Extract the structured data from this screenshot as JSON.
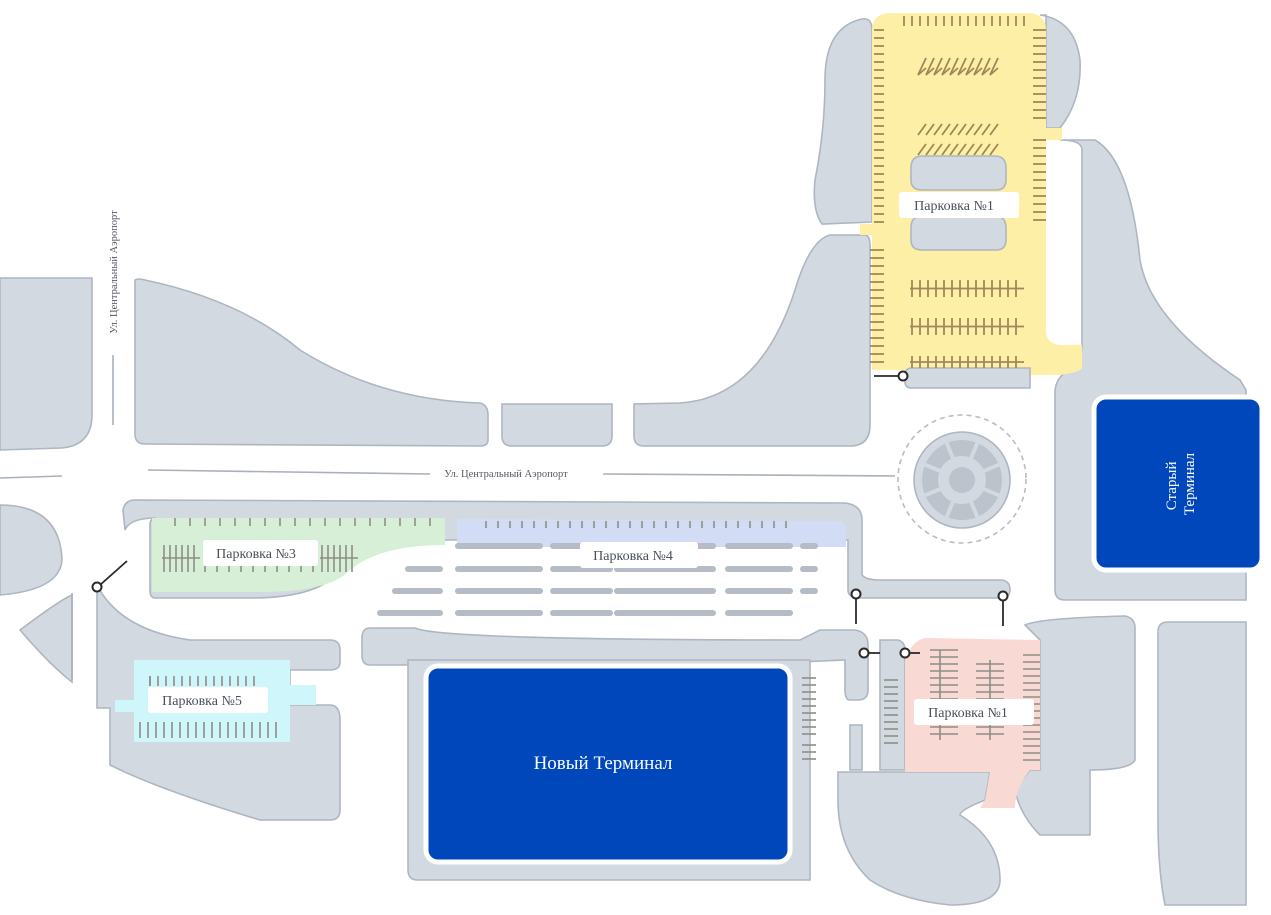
{
  "streets": {
    "vertical": "Ул. Центральный Аэропорт",
    "horizontal": "Ул. Центральный Аэропорт"
  },
  "parkings": [
    {
      "id": "p1-north",
      "label": "Парковка №1",
      "color": "#fdf0a6"
    },
    {
      "id": "p3",
      "label": "Парковка №3",
      "color": "#d6efd6"
    },
    {
      "id": "p4",
      "label": "Парковка №4",
      "color": "#d2ddf5"
    },
    {
      "id": "p5",
      "label": "Парковка №5",
      "color": "#cff6fa"
    },
    {
      "id": "p1-south",
      "label": "Парковка №1",
      "color": "#f8d9d3"
    }
  ],
  "terminals": {
    "new": "Новый Терминал",
    "old_line1": "Старый",
    "old_line2": "Терминал",
    "color": "#0047bb"
  },
  "colors": {
    "building": "#d3d9e0",
    "building_stroke": "#aeb6c0"
  }
}
